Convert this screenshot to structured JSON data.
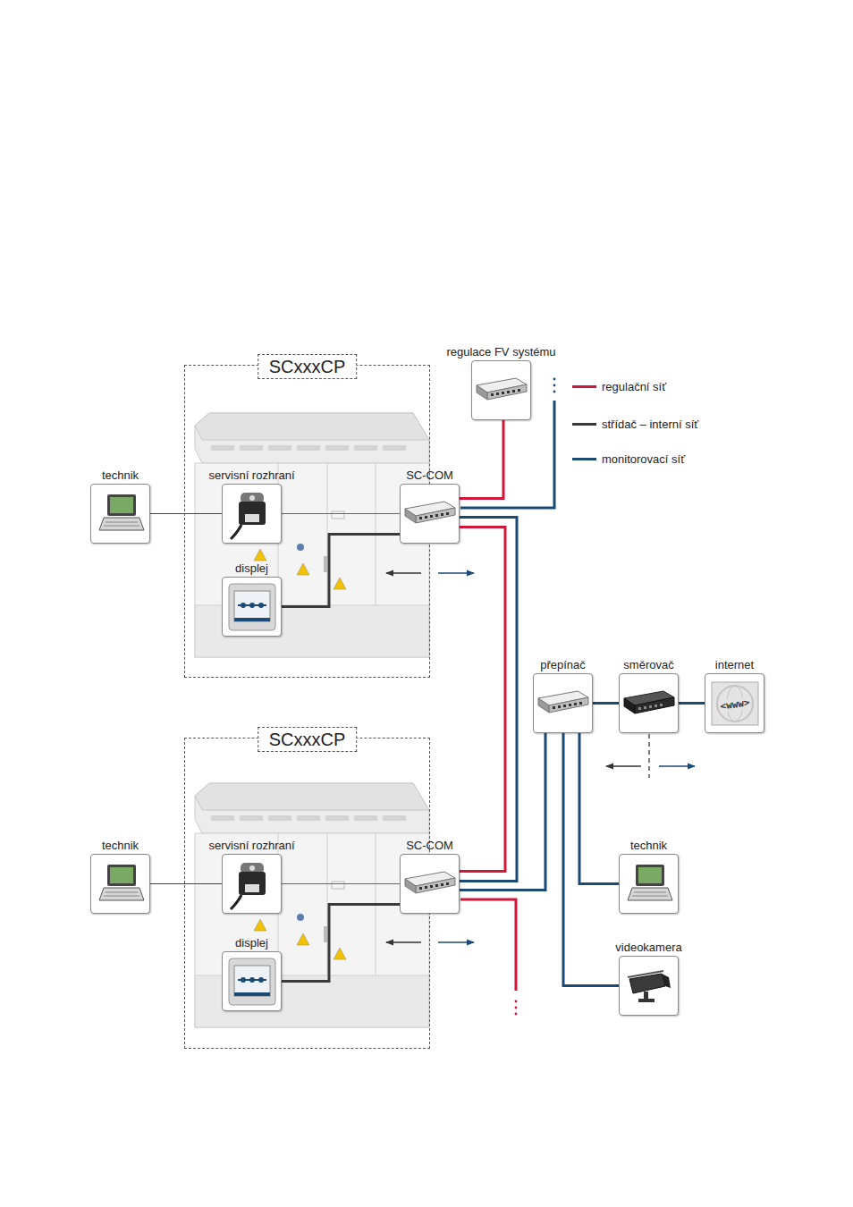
{
  "diagram": {
    "nodes": [
      {
        "text": [
          "regulace FV systému"
        ]
      },
      {
        "text": [
          "SCxxxCP"
        ]
      },
      {
        "text": [
          "technik"
        ]
      },
      {
        "text": [
          "servisní rozhraní"
        ],
        "in": 1
      },
      {
        "text": [
          "SC-COM"
        ],
        "in": 1
      },
      {
        "text": [
          "displej"
        ],
        "in": 1
      },
      {
        "text": [
          "přepínač"
        ]
      },
      {
        "text": [
          "směrovač"
        ]
      },
      {
        "text": [
          "internet"
        ]
      },
      {
        "text": [
          "SCxxxCP"
        ]
      },
      {
        "text": [
          "technik"
        ]
      },
      {
        "text": [
          "servisní rozhraní"
        ],
        "in": 9
      },
      {
        "text": [
          "SC-COM"
        ],
        "in": 9
      },
      {
        "text": [
          "displej"
        ],
        "in": 9
      },
      {
        "text": [
          "technik"
        ]
      },
      {
        "text": [
          "videokamera"
        ]
      }
    ],
    "edges": [
      {
        "from": 2,
        "to": 3,
        "arrow": "none"
      },
      {
        "from": 3,
        "to": 4,
        "arrow": "none"
      },
      {
        "from": 5,
        "to": 4,
        "arrow": "none"
      },
      {
        "from": 4,
        "to": 0,
        "arrow": "none"
      },
      {
        "from": 4,
        "to": 12,
        "arrow": "none"
      },
      {
        "from": 4,
        "to": 12,
        "arrow": "none"
      },
      {
        "from": 12,
        "to": 6,
        "arrow": "none"
      },
      {
        "from": 6,
        "to": 7,
        "arrow": "none"
      },
      {
        "from": 7,
        "to": 8,
        "arrow": "none"
      },
      {
        "from": 6,
        "to": 14,
        "arrow": "none"
      },
      {
        "from": 6,
        "to": 15,
        "arrow": "none"
      },
      {
        "from": 10,
        "to": 11,
        "arrow": "none"
      },
      {
        "from": 11,
        "to": 12,
        "arrow": "none"
      },
      {
        "from": 13,
        "to": 12,
        "arrow": "none"
      }
    ],
    "labels": [
      "<www>"
    ],
    "legend": [
      {
        "text": "regulační síť",
        "color": "#d2163a"
      },
      {
        "text": "střídač – interní síť",
        "color": "#3a3a3a"
      },
      {
        "text": "monitorovací síť",
        "color": "#1b4a75"
      }
    ]
  }
}
